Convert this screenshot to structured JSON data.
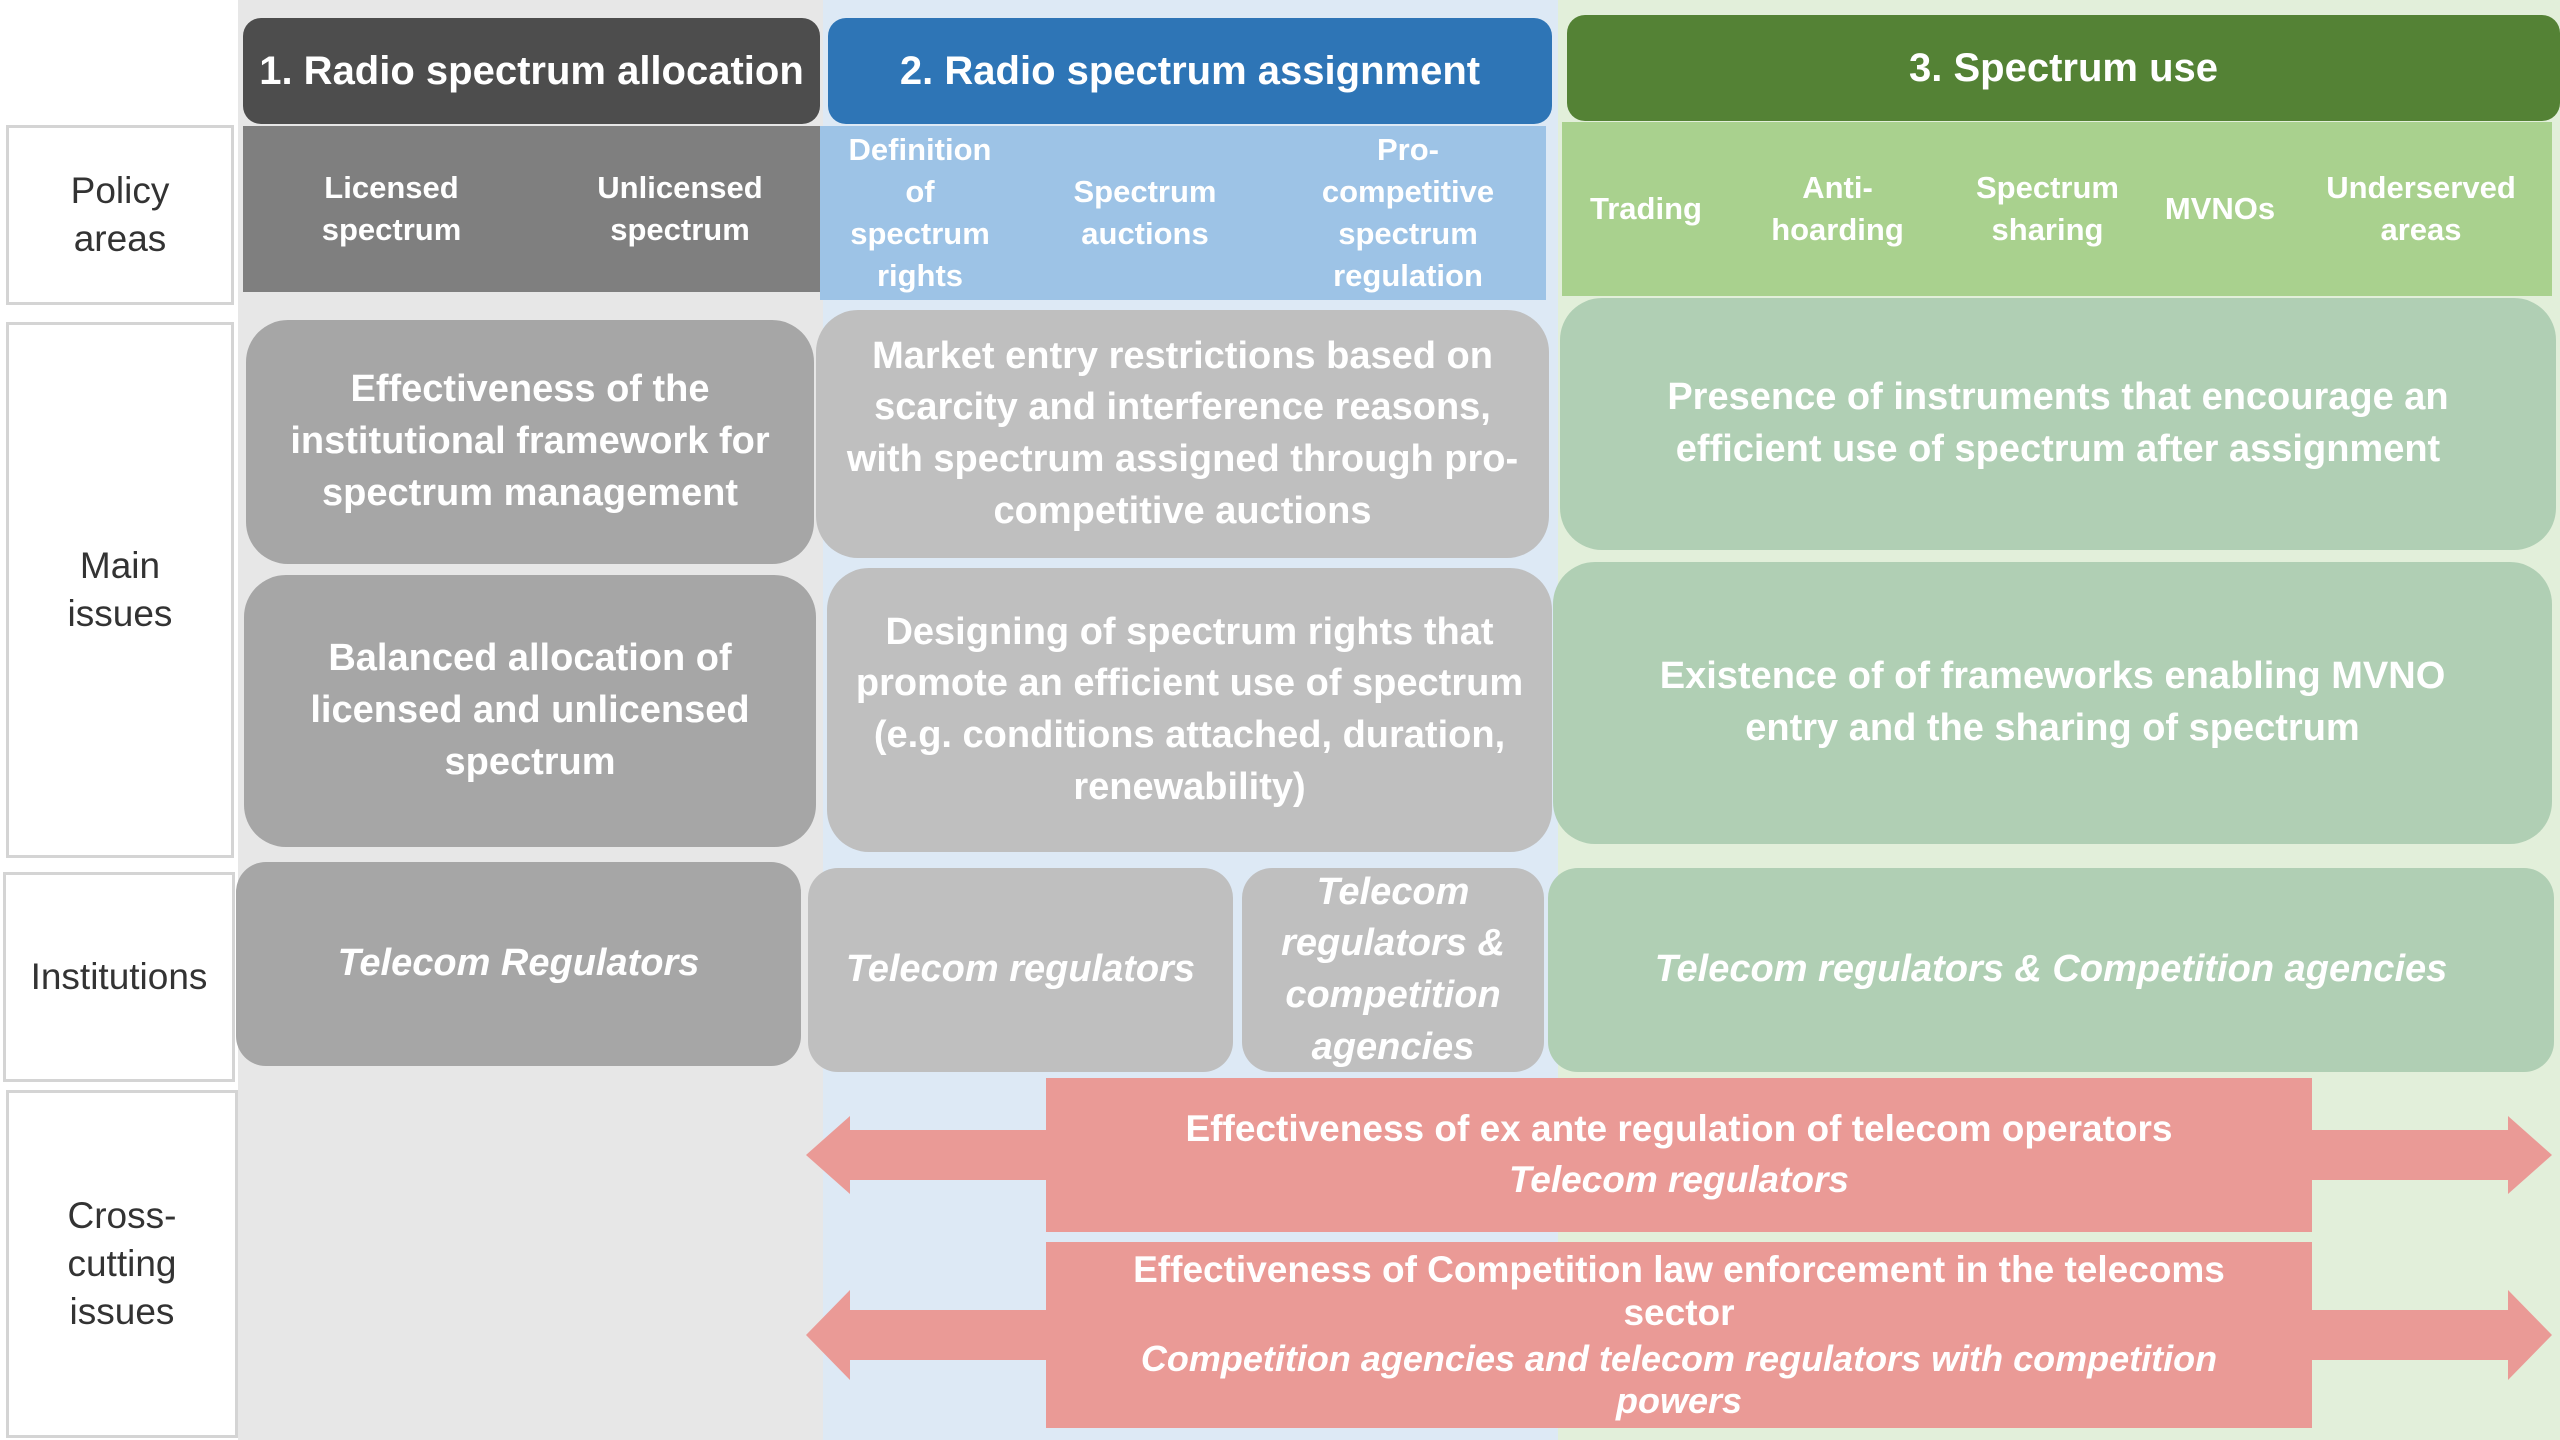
{
  "row_labels": {
    "policy": "Policy areas",
    "issues": "Main issues",
    "institutions": "Institutions",
    "cross": "Cross-cutting issues"
  },
  "pillars": {
    "allocation": {
      "header": "1. Radio spectrum allocation",
      "areas": [
        "Licensed spectrum",
        "Unlicensed spectrum"
      ],
      "issues": [
        "Effectiveness of the institutional framework for spectrum management",
        "Balanced allocation of licensed and unlicensed spectrum"
      ],
      "institution": "Telecom Regulators"
    },
    "assignment": {
      "header": "2. Radio spectrum assignment",
      "areas": [
        "Definition of spectrum rights",
        "Spectrum auctions",
        "Pro-competitive spectrum regulation"
      ],
      "issues": [
        "Market entry restrictions based on scarcity and interference reasons, with spectrum assigned through pro-competitive auctions",
        "Designing of spectrum rights that promote an efficient use of spectrum (e.g. conditions attached, duration, renewability)"
      ],
      "institutions": [
        "Telecom regulators",
        "Telecom regulators & competition agencies"
      ]
    },
    "use": {
      "header": "3. Spectrum use",
      "areas": [
        "Trading",
        "Anti-hoarding",
        "Spectrum sharing",
        "MVNOs",
        "Underserved areas"
      ],
      "issues": [
        "Presence of instruments that encourage an efficient use of spectrum after assignment",
        "Existence of of frameworks enabling MVNO entry and the sharing of spectrum"
      ],
      "institution": "Telecom regulators & Competition agencies"
    }
  },
  "cross_cutting": [
    {
      "title": "Effectiveness of ex ante regulation of telecom operators",
      "institution": "Telecom regulators"
    },
    {
      "title": "Effectiveness of Competition law enforcement in the telecoms sector",
      "institution": "Competition agencies and telecom regulators with competition powers"
    }
  ],
  "colors": {
    "gray_dark": "#4d4d4d",
    "gray_mid": "#7f7f7f",
    "gray_issue": "#a6a6a6",
    "gray_light": "#bfbfbf",
    "blue_header": "#2e75b6",
    "blue_area": "#9dc3e6",
    "green_header": "#548235",
    "green_area": "#a9d18e",
    "green_issue": "#b0cfb4",
    "arrow": "#ea9a96"
  }
}
